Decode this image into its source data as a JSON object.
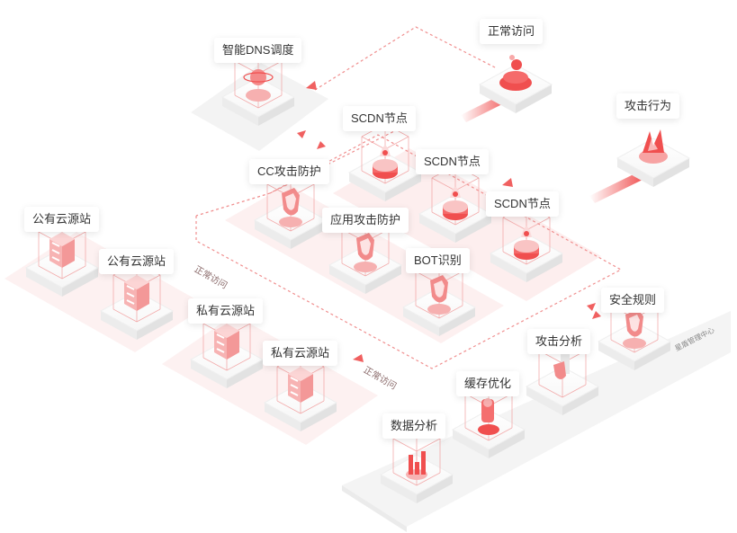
{
  "labels": {
    "smart_dns": "智能DNS调度",
    "normal_access_top": "正常访问",
    "attack_behavior": "攻击行为",
    "scdn_node_1": "SCDN节点",
    "scdn_node_2": "SCDN节点",
    "scdn_node_3": "SCDN节点",
    "cc_protect": "CC攻击防护",
    "app_protect": "应用攻击防护",
    "bot_detect": "BOT识别",
    "public_cloud_1": "公有云源站",
    "public_cloud_2": "公有云源站",
    "private_cloud_1": "私有云源站",
    "private_cloud_2": "私有云源站",
    "security_rules": "安全规则",
    "attack_analysis": "攻击分析",
    "cache_optimize": "缓存优化",
    "data_analysis": "数据分析"
  },
  "flow_labels": {
    "normal_access_a": "正常访问",
    "normal_access_b": "正常访问"
  },
  "platform_text": "星盾管理中心",
  "colors": {
    "accent": "#f04f4f",
    "accent_light": "#fde3e3",
    "platform": "#f4f4f4",
    "zone_red": "#fdeeee",
    "dotted_line": "#f08f8f"
  }
}
